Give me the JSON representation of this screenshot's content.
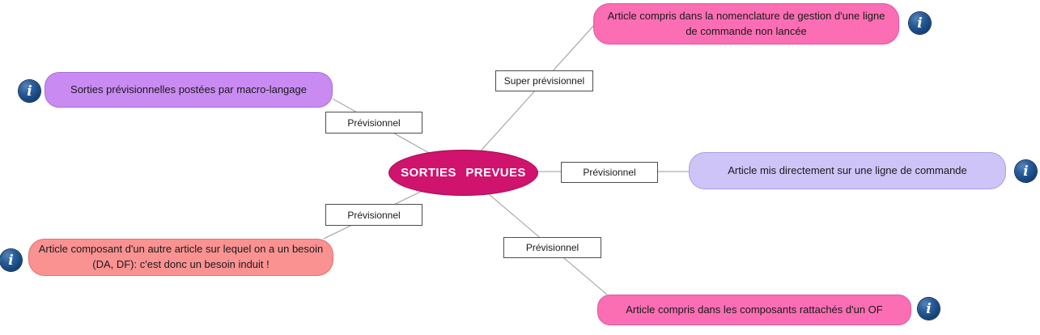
{
  "center_node": {
    "label": "SORTIES PREVUES",
    "fill": "#d0136d",
    "text_color": "#ffffff"
  },
  "nodes": {
    "nomenclature": {
      "label": "Article compris dans la nomenclature de gestion d'une ligne de commande non lancée",
      "fill": "#fb6eb4"
    },
    "macro": {
      "label": "Sorties prévisionnelles postées par macro-langage",
      "fill": "#c98bf2"
    },
    "ligne_commande": {
      "label": "Article mis directement sur une ligne de commande",
      "fill": "#cec4f8"
    },
    "composant": {
      "label": "Article composant d'un autre article sur lequel on a un besoin (DA, DF): c'est donc un besoin induit !",
      "fill": "#fa9292"
    },
    "of": {
      "label": "Article compris dans les composants rattachés d'un OF",
      "fill": "#fb6eb4"
    }
  },
  "edge_labels": {
    "super_previsionnel": "Super prévisionnel",
    "previsionnel_top_left": "Prévisionnel",
    "previsionnel_right": "Prévisionnel",
    "previsionnel_bottom_left": "Prévisionnel",
    "previsionnel_bottom_mid": "Prévisionnel"
  },
  "info_icon": {
    "glyph": "i",
    "fill": "#16477f"
  },
  "colors": {
    "label_box_bg": "#ffffff",
    "label_box_border": "#4d4d4d",
    "connector_line": "#9a9a9a"
  }
}
